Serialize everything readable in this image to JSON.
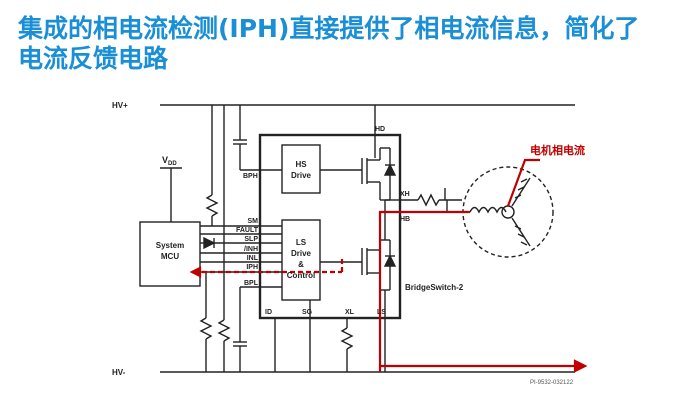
{
  "title": {
    "line1": "集成的相电流检测(IPH)直接提供了相电流信息，简化了",
    "line2": "电流反馈电路"
  },
  "diagram": {
    "rails": {
      "hv_plus": "HV+",
      "hv_minus": "HV-"
    },
    "vdd": {
      "main": "V",
      "sub": "DD"
    },
    "mcu": {
      "line1": "System",
      "line2": "MCU"
    },
    "hs_block": {
      "line1": "HS",
      "line2": "Drive"
    },
    "ls_block": {
      "line1": "LS",
      "line2": "Drive",
      "line3": "&",
      "line4": "Control"
    },
    "pins": {
      "hd": "HD",
      "bph": "BPH",
      "xh": "XH",
      "hb": "HB",
      "sm": "SM",
      "fault": "FAULT",
      "slp": "SLP",
      "inh": "/INH",
      "inl": "INL",
      "iph": "IPH",
      "bpl": "BPL",
      "id": "ID",
      "sg": "SG",
      "xl": "XL",
      "ls": "LS"
    },
    "chip_name": "BridgeSwitch-2",
    "phase_current_label": "电机相电流",
    "drawing_id": "PI-9532-032122"
  },
  "colors": {
    "title": "#1a8fd6",
    "current_path": "#c00000",
    "wire": "#222222"
  }
}
